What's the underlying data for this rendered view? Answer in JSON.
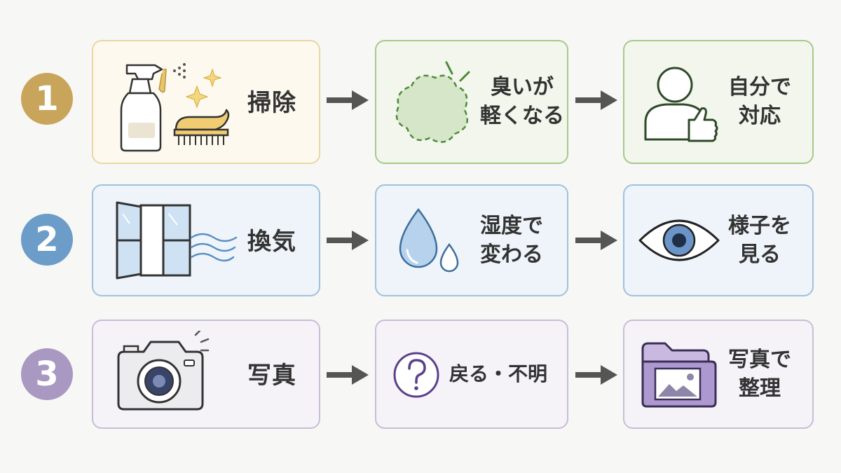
{
  "colors": {
    "step1": "#c9a55b",
    "step2": "#6c9dc8",
    "step3": "#a898c2",
    "arrow": "#555555"
  },
  "rows": [
    {
      "number": "1",
      "action": "掃除",
      "result": [
        "臭いが",
        "軽くなる"
      ],
      "outcome": [
        "自分で",
        "対応"
      ],
      "icons": [
        "spray-bottle-and-brush-icon",
        "cloud-icon",
        "person-thumbs-up-icon"
      ]
    },
    {
      "number": "2",
      "action": "換気",
      "result": [
        "湿度で",
        "変わる"
      ],
      "outcome": [
        "様子を",
        "見る"
      ],
      "icons": [
        "open-window-icon",
        "water-drop-icon",
        "eye-icon"
      ]
    },
    {
      "number": "3",
      "action": "写真",
      "result": [
        "戻る・不明"
      ],
      "outcome": [
        "写真で",
        "整理"
      ],
      "icons": [
        "camera-icon",
        "question-circle-icon",
        "photo-folder-icon"
      ]
    }
  ]
}
